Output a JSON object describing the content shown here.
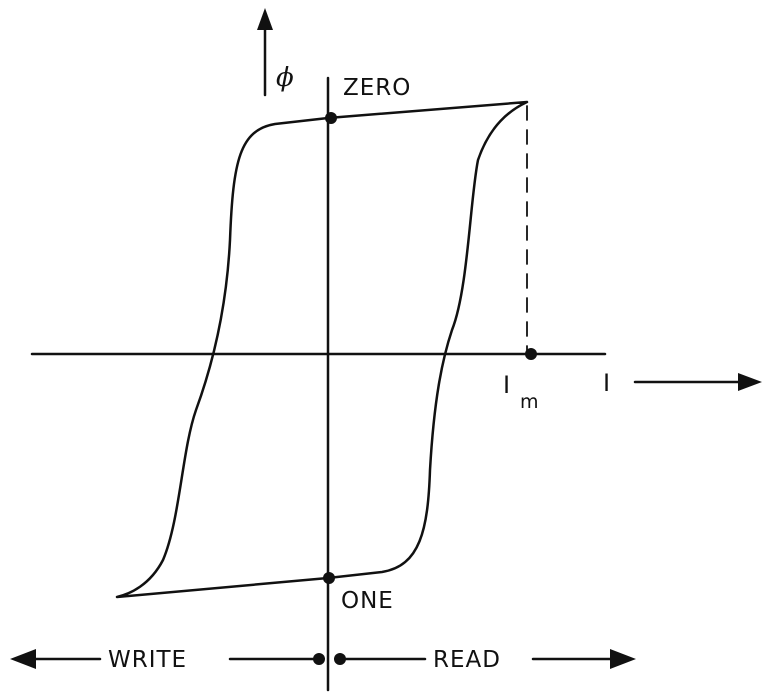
{
  "labels": {
    "flux_symbol": "ϕ",
    "zero": "ZERO",
    "one": "ONE",
    "current_max_main": "I",
    "current_max_sub": "m",
    "current_axis": "I",
    "write": "WRITE",
    "read": "READ"
  },
  "colors": {
    "ink": "#111111",
    "background": "#ffffff"
  }
}
